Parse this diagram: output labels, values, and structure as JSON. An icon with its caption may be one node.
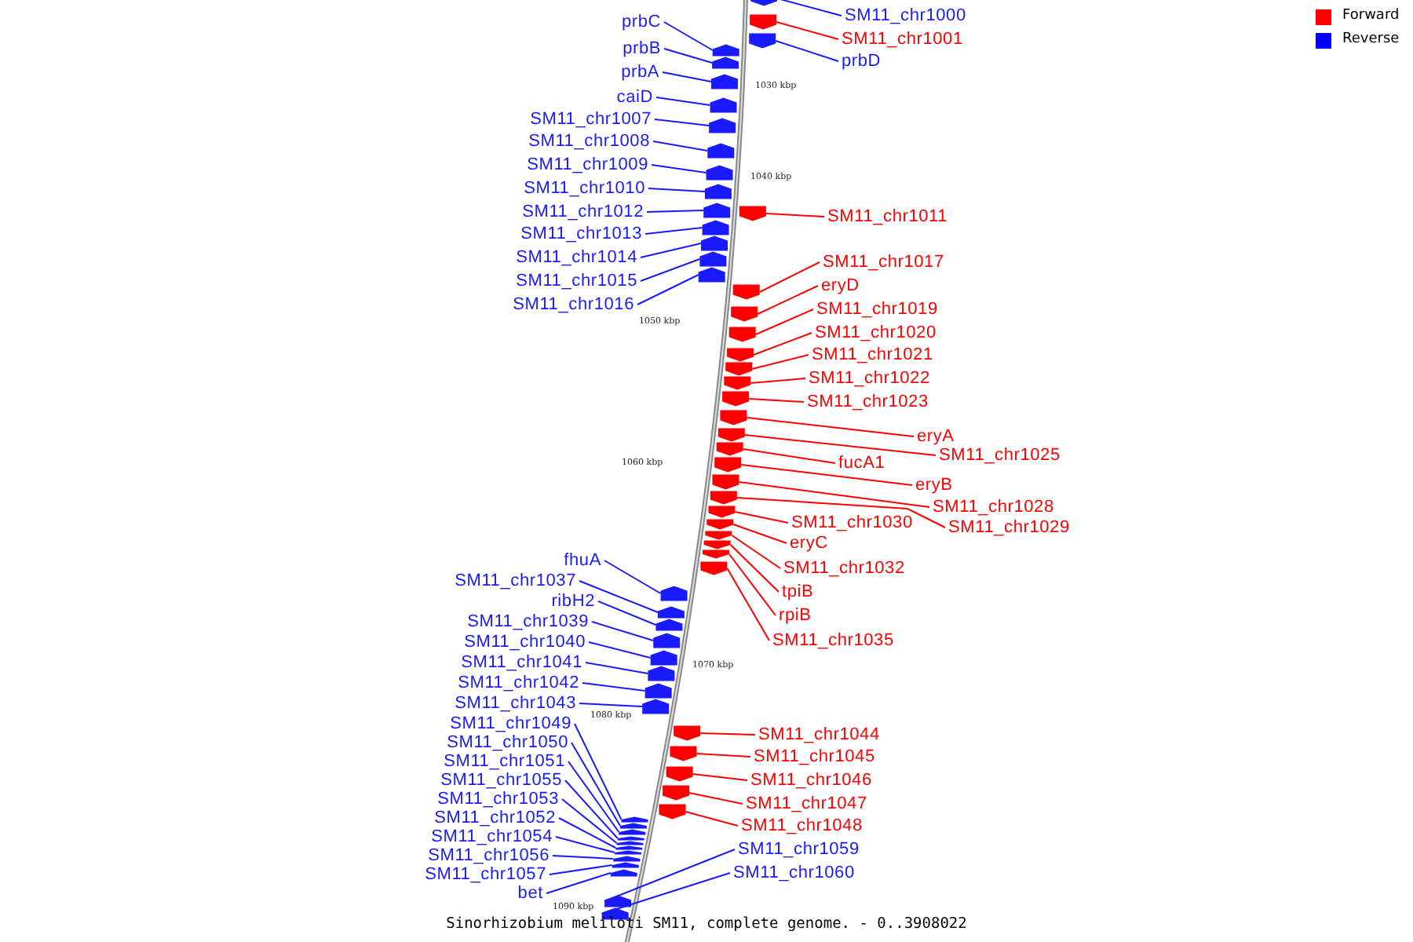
{
  "diagram": {
    "caption": "Sinorhizobium meliloti SM11, complete genome. - 0..3908022",
    "nodes": [
      {
        "text": [
          "SM11_chr1000"
        ]
      },
      {
        "text": [
          "SM11_chr1001"
        ]
      },
      {
        "text": [
          "prbD"
        ]
      },
      {
        "text": [
          "prbC"
        ]
      },
      {
        "text": [
          "prbB"
        ]
      },
      {
        "text": [
          "prbA"
        ]
      },
      {
        "text": [
          "caiD"
        ]
      },
      {
        "text": [
          "SM11_chr1007"
        ]
      },
      {
        "text": [
          "SM11_chr1008"
        ]
      },
      {
        "text": [
          "SM11_chr1009"
        ]
      },
      {
        "text": [
          "SM11_chr1010"
        ]
      },
      {
        "text": [
          "SM11_chr1011"
        ]
      },
      {
        "text": [
          "SM11_chr1012"
        ]
      },
      {
        "text": [
          "SM11_chr1013"
        ]
      },
      {
        "text": [
          "SM11_chr1014"
        ]
      },
      {
        "text": [
          "SM11_chr1015"
        ]
      },
      {
        "text": [
          "SM11_chr1016"
        ]
      },
      {
        "text": [
          "SM11_chr1017"
        ]
      },
      {
        "text": [
          "eryD"
        ]
      },
      {
        "text": [
          "SM11_chr1019"
        ]
      },
      {
        "text": [
          "SM11_chr1020"
        ]
      },
      {
        "text": [
          "SM11_chr1021"
        ]
      },
      {
        "text": [
          "SM11_chr1022"
        ]
      },
      {
        "text": [
          "SM11_chr1023"
        ]
      },
      {
        "text": [
          "eryA"
        ]
      },
      {
        "text": [
          "fucA1"
        ]
      },
      {
        "text": [
          "SM11_chr1025"
        ]
      },
      {
        "text": [
          "eryB"
        ]
      },
      {
        "text": [
          "SM11_chr1028"
        ]
      },
      {
        "text": [
          "SM11_chr1029"
        ]
      },
      {
        "text": [
          "SM11_chr1030"
        ]
      },
      {
        "text": [
          "eryC"
        ]
      },
      {
        "text": [
          "SM11_chr1032"
        ]
      },
      {
        "text": [
          "tpiB"
        ]
      },
      {
        "text": [
          "rpiB"
        ]
      },
      {
        "text": [
          "SM11_chr1035"
        ]
      },
      {
        "text": [
          "fhuA"
        ]
      },
      {
        "text": [
          "SM11_chr1037"
        ]
      },
      {
        "text": [
          "ribH2"
        ]
      },
      {
        "text": [
          "SM11_chr1039"
        ]
      },
      {
        "text": [
          "SM11_chr1040"
        ]
      },
      {
        "text": [
          "SM11_chr1041"
        ]
      },
      {
        "text": [
          "SM11_chr1042"
        ]
      },
      {
        "text": [
          "SM11_chr1043"
        ]
      },
      {
        "text": [
          "SM11_chr1044"
        ]
      },
      {
        "text": [
          "SM11_chr1045"
        ]
      },
      {
        "text": [
          "SM11_chr1046"
        ]
      },
      {
        "text": [
          "SM11_chr1047"
        ]
      },
      {
        "text": [
          "SM11_chr1048"
        ]
      },
      {
        "text": [
          "SM11_chr1049"
        ]
      },
      {
        "text": [
          "SM11_chr1050"
        ]
      },
      {
        "text": [
          "SM11_chr1051"
        ]
      },
      {
        "text": [
          "SM11_chr1055"
        ]
      },
      {
        "text": [
          "SM11_chr1053"
        ]
      },
      {
        "text": [
          "SM11_chr1052"
        ]
      },
      {
        "text": [
          "SM11_chr1054"
        ]
      },
      {
        "text": [
          "SM11_chr1056"
        ]
      },
      {
        "text": [
          "SM11_chr1057"
        ]
      },
      {
        "text": [
          "bet"
        ]
      },
      {
        "text": [
          "SM11_chr1059"
        ]
      },
      {
        "text": [
          "SM11_chr1060"
        ]
      },
      {
        "text": [],
        "shape": "arrow"
      },
      {
        "text": [],
        "shape": "arrow"
      },
      {
        "text": [],
        "shape": "arrow"
      },
      {
        "text": [],
        "shape": "arrow"
      },
      {
        "text": [],
        "shape": "arrow"
      },
      {
        "text": [],
        "shape": "arrow"
      },
      {
        "text": [],
        "shape": "arrow"
      },
      {
        "text": [],
        "shape": "arrow"
      },
      {
        "text": [],
        "shape": "arrow"
      },
      {
        "text": [],
        "shape": "arrow"
      },
      {
        "text": [],
        "shape": "arrow"
      },
      {
        "text": [],
        "shape": "arrow"
      },
      {
        "text": [],
        "shape": "arrow"
      },
      {
        "text": [],
        "shape": "arrow"
      },
      {
        "text": [],
        "shape": "arrow"
      },
      {
        "text": [],
        "shape": "arrow"
      },
      {
        "text": [],
        "shape": "arrow"
      },
      {
        "text": [],
        "shape": "arrow"
      },
      {
        "text": [],
        "shape": "arrow"
      },
      {
        "text": [],
        "shape": "arrow"
      },
      {
        "text": [],
        "shape": "arrow"
      },
      {
        "text": [],
        "shape": "arrow"
      },
      {
        "text": [],
        "shape": "arrow"
      },
      {
        "text": [],
        "shape": "arrow"
      },
      {
        "text": [],
        "shape": "arrow"
      },
      {
        "text": [],
        "shape": "arrow"
      },
      {
        "text": [],
        "shape": "arrow"
      },
      {
        "text": [],
        "shape": "arrow"
      },
      {
        "text": [],
        "shape": "arrow"
      },
      {
        "text": [],
        "shape": "arrow"
      },
      {
        "text": [],
        "shape": "arrow"
      },
      {
        "text": [],
        "shape": "arrow"
      },
      {
        "text": [],
        "shape": "arrow"
      },
      {
        "text": [],
        "shape": "arrow"
      },
      {
        "text": [],
        "shape": "arrow"
      },
      {
        "text": [],
        "shape": "arrow"
      },
      {
        "text": [],
        "shape": "arrow"
      },
      {
        "text": [],
        "shape": "arrow"
      },
      {
        "text": [],
        "shape": "arrow"
      },
      {
        "text": [],
        "shape": "arrow"
      },
      {
        "text": [],
        "shape": "arrow"
      },
      {
        "text": [],
        "shape": "arrow"
      },
      {
        "text": [],
        "shape": "arrow"
      },
      {
        "text": [],
        "shape": "arrow"
      },
      {
        "text": [],
        "shape": "arrow"
      },
      {
        "text": [],
        "shape": "arrow"
      },
      {
        "text": [],
        "shape": "arrow"
      },
      {
        "text": [],
        "shape": "arrow"
      },
      {
        "text": [],
        "shape": "arrow"
      },
      {
        "text": [],
        "shape": "arrow"
      },
      {
        "text": [],
        "shape": "arrow"
      },
      {
        "text": [],
        "shape": "arrow"
      },
      {
        "text": [],
        "shape": "arrow"
      },
      {
        "text": [],
        "shape": "arrow"
      },
      {
        "text": [],
        "shape": "arrow"
      },
      {
        "text": [],
        "shape": "arrow"
      },
      {
        "text": [],
        "shape": "arrow"
      },
      {
        "text": [],
        "shape": "arrow"
      },
      {
        "text": [],
        "shape": "arrow"
      },
      {
        "text": [],
        "shape": "arrow"
      },
      {
        "text": [],
        "shape": "arrow"
      }
    ],
    "edges": [
      {
        "from": 0,
        "to": 61,
        "arrow": "none"
      },
      {
        "from": 1,
        "to": 62,
        "arrow": "none",
        "color": "#ff0000"
      },
      {
        "from": 2,
        "to": 63,
        "arrow": "none"
      },
      {
        "from": 3,
        "to": 64,
        "arrow": "none"
      },
      {
        "from": 4,
        "to": 65,
        "arrow": "none"
      },
      {
        "from": 5,
        "to": 66,
        "arrow": "none"
      },
      {
        "from": 6,
        "to": 67,
        "arrow": "none"
      },
      {
        "from": 7,
        "to": 68,
        "arrow": "none"
      },
      {
        "from": 8,
        "to": 69,
        "arrow": "none"
      },
      {
        "from": 9,
        "to": 70,
        "arrow": "none"
      },
      {
        "from": 10,
        "to": 71,
        "arrow": "none"
      },
      {
        "from": 11,
        "to": 72,
        "arrow": "none",
        "color": "#ff0000"
      },
      {
        "from": 12,
        "to": 73,
        "arrow": "none"
      },
      {
        "from": 13,
        "to": 74,
        "arrow": "none"
      },
      {
        "from": 14,
        "to": 75,
        "arrow": "none"
      },
      {
        "from": 15,
        "to": 76,
        "arrow": "none"
      },
      {
        "from": 16,
        "to": 77,
        "arrow": "none"
      },
      {
        "from": 17,
        "to": 78,
        "arrow": "none",
        "color": "#ff0000"
      },
      {
        "from": 18,
        "to": 79,
        "arrow": "none",
        "color": "#ff0000"
      },
      {
        "from": 19,
        "to": 80,
        "arrow": "none",
        "color": "#ff0000"
      },
      {
        "from": 20,
        "to": 81,
        "arrow": "none",
        "color": "#ff0000"
      },
      {
        "from": 21,
        "to": 82,
        "arrow": "none",
        "color": "#ff0000"
      },
      {
        "from": 22,
        "to": 83,
        "arrow": "none",
        "color": "#ff0000"
      },
      {
        "from": 23,
        "to": 84,
        "arrow": "none",
        "color": "#ff0000"
      },
      {
        "from": 24,
        "to": 85,
        "arrow": "none",
        "color": "#ff0000"
      },
      {
        "from": 25,
        "to": 87,
        "arrow": "none",
        "color": "#ff0000"
      },
      {
        "from": 26,
        "to": 86,
        "arrow": "none",
        "color": "#ff0000"
      },
      {
        "from": 27,
        "to": 88,
        "arrow": "none",
        "color": "#ff0000"
      },
      {
        "from": 28,
        "to": 89,
        "arrow": "none",
        "color": "#ff0000"
      },
      {
        "from": 29,
        "to": 90,
        "arrow": "none",
        "color": "#ff0000"
      },
      {
        "from": 30,
        "to": 91,
        "arrow": "none",
        "color": "#ff0000"
      },
      {
        "from": 31,
        "to": 92,
        "arrow": "none",
        "color": "#ff0000"
      },
      {
        "from": 32,
        "to": 93,
        "arrow": "none",
        "color": "#ff0000"
      },
      {
        "from": 33,
        "to": 94,
        "arrow": "none",
        "color": "#ff0000"
      },
      {
        "from": 34,
        "to": 95,
        "arrow": "none",
        "color": "#ff0000"
      },
      {
        "from": 35,
        "to": 96,
        "arrow": "none",
        "color": "#ff0000"
      },
      {
        "from": 36,
        "to": 97,
        "arrow": "none"
      },
      {
        "from": 37,
        "to": 98,
        "arrow": "none"
      },
      {
        "from": 38,
        "to": 99,
        "arrow": "none"
      },
      {
        "from": 39,
        "to": 100,
        "arrow": "none"
      },
      {
        "from": 40,
        "to": 101,
        "arrow": "none"
      },
      {
        "from": 41,
        "to": 102,
        "arrow": "none"
      },
      {
        "from": 42,
        "to": 103,
        "arrow": "none"
      },
      {
        "from": 43,
        "to": 104,
        "arrow": "none"
      },
      {
        "from": 44,
        "to": 105,
        "arrow": "none",
        "color": "#ff0000"
      },
      {
        "from": 45,
        "to": 106,
        "arrow": "none",
        "color": "#ff0000"
      },
      {
        "from": 46,
        "to": 107,
        "arrow": "none",
        "color": "#ff0000"
      },
      {
        "from": 47,
        "to": 108,
        "arrow": "none",
        "color": "#ff0000"
      },
      {
        "from": 48,
        "to": 109,
        "arrow": "none",
        "color": "#ff0000"
      },
      {
        "from": 49,
        "to": 110,
        "arrow": "none"
      },
      {
        "from": 50,
        "to": 111,
        "arrow": "none"
      },
      {
        "from": 51,
        "to": 112,
        "arrow": "none"
      },
      {
        "from": 52,
        "to": 113,
        "arrow": "none"
      },
      {
        "from": 53,
        "to": 114,
        "arrow": "none"
      },
      {
        "from": 54,
        "to": 115,
        "arrow": "none"
      },
      {
        "from": 55,
        "to": 116,
        "arrow": "none"
      },
      {
        "from": 56,
        "to": 117,
        "arrow": "none"
      },
      {
        "from": 57,
        "to": 118,
        "arrow": "none"
      },
      {
        "from": 58,
        "to": 119,
        "arrow": "none"
      },
      {
        "from": 59,
        "to": 120,
        "arrow": "none"
      },
      {
        "from": 60,
        "to": 121,
        "arrow": "none"
      }
    ],
    "labels": [
      "1030 kbp",
      "1040 kbp",
      "1050 kbp",
      "1060 kbp",
      "1070 kbp",
      "1080 kbp",
      "1090 kbp"
    ],
    "legend": [
      {
        "text": "Forward",
        "color": "#ff0000"
      },
      {
        "text": "Reverse",
        "color": "#0000ff"
      }
    ]
  }
}
